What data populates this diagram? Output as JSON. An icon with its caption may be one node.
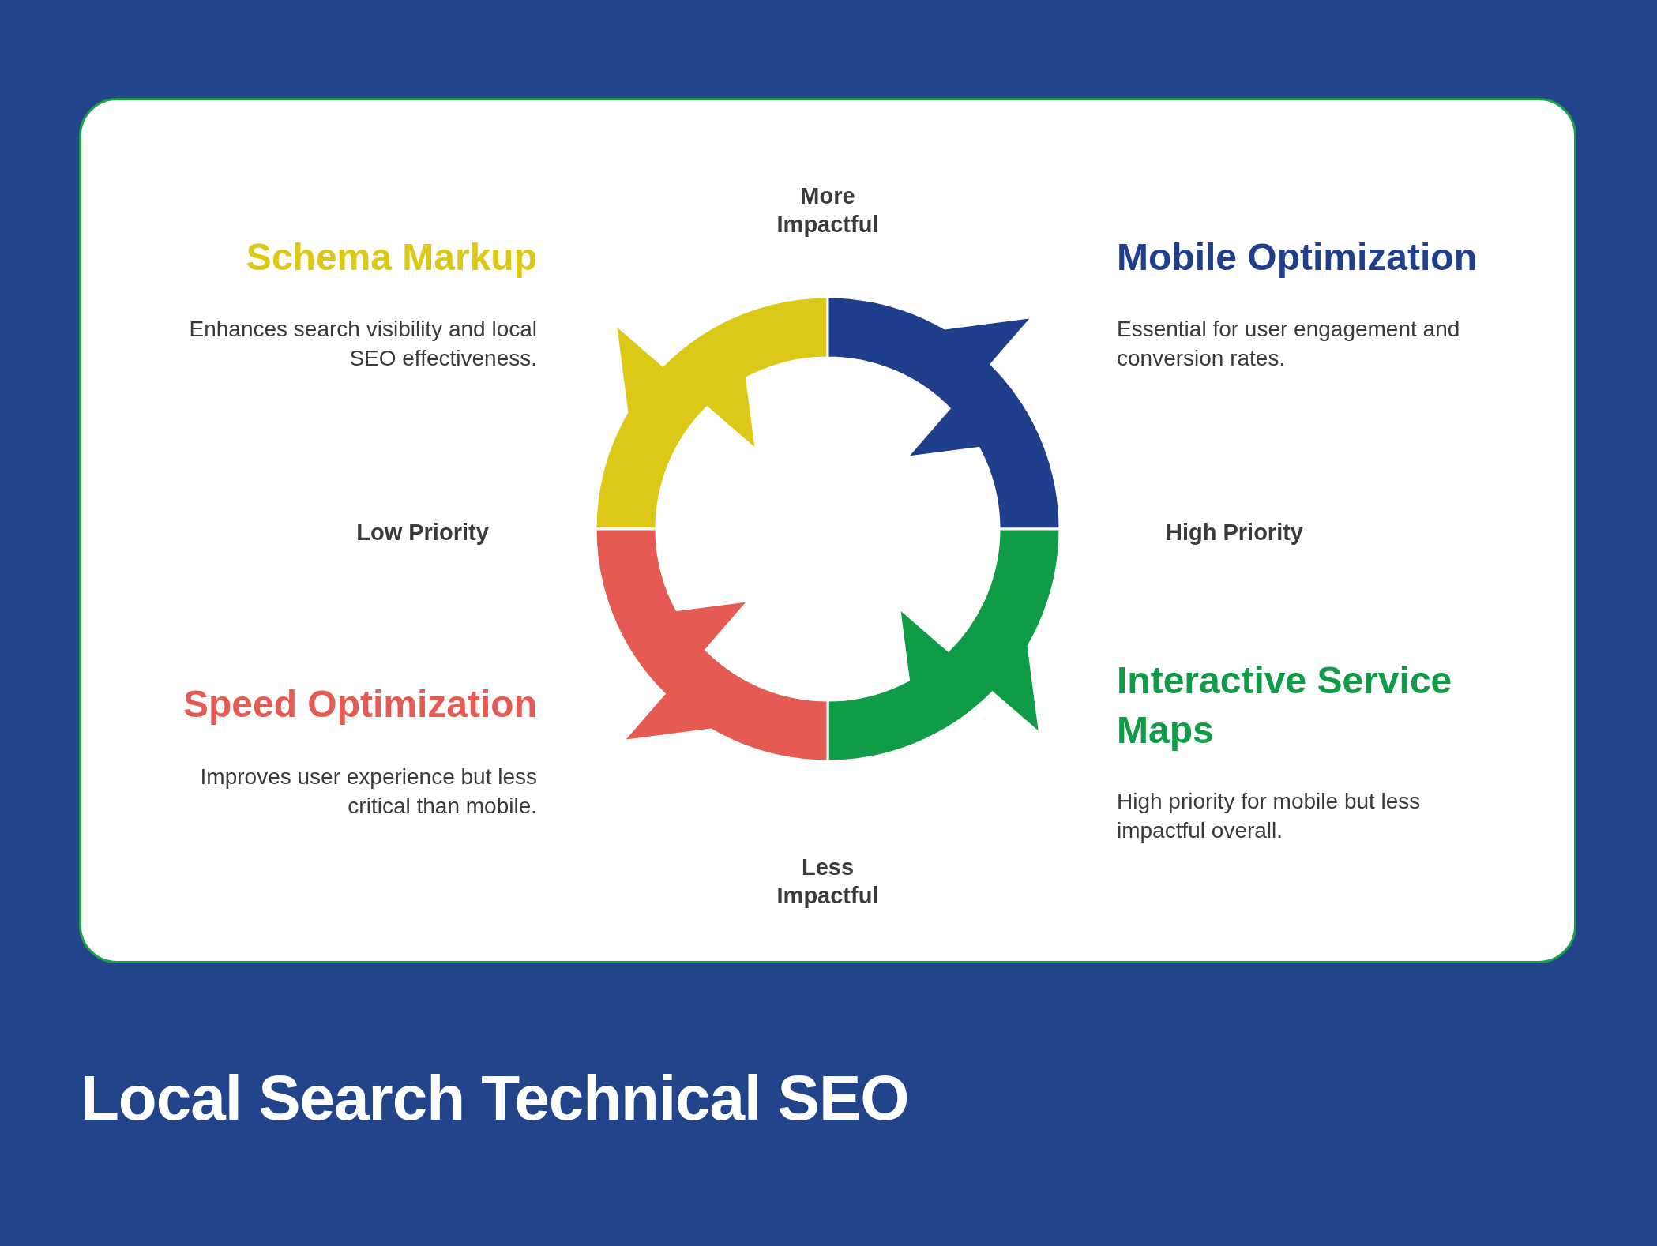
{
  "diagram": {
    "title": "Local Search Technical SEO",
    "labels": [
      "More Impactful",
      "Schema Markup",
      "Enhances search visibility and local SEO effectiveness.",
      "Mobile Optimization",
      "Essential for user engagement and conversion rates.",
      "Low Priority",
      "High Priority",
      "Speed Optimization",
      "Improves user experience but less critical than mobile.",
      "Interactive Service Maps",
      "High priority for mobile but less impactful overall.",
      "Less Impactful"
    ]
  }
}
